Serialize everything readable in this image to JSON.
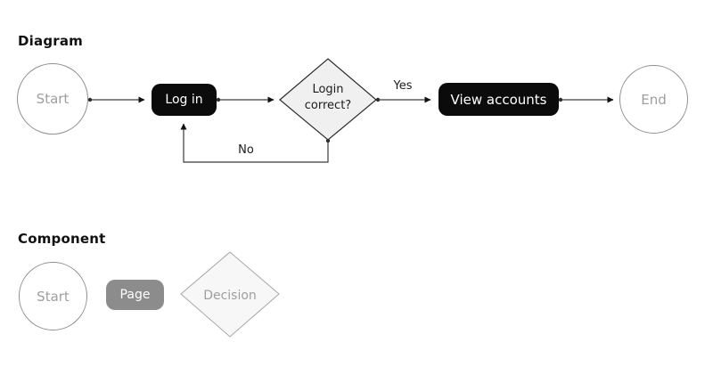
{
  "diagram_section": {
    "heading": "Diagram"
  },
  "flowchart": {
    "nodes": [
      {
        "id": "start",
        "type": "terminator",
        "label": "Start"
      },
      {
        "id": "login",
        "type": "page",
        "label": "Log in"
      },
      {
        "id": "decision",
        "type": "decision",
        "label": "Login correct?"
      },
      {
        "id": "view-accounts",
        "type": "page",
        "label": "View accounts"
      },
      {
        "id": "end",
        "type": "terminator",
        "label": "End"
      }
    ],
    "edges": [
      {
        "from": "Start",
        "to": "Log in",
        "label": ""
      },
      {
        "from": "Log in",
        "to": "Login correct?",
        "label": ""
      },
      {
        "from": "Login correct?",
        "to": "View accounts",
        "label": "Yes"
      },
      {
        "from": "View accounts",
        "to": "End",
        "label": ""
      },
      {
        "from": "Login correct?",
        "to": "Log in",
        "label": "No"
      }
    ]
  },
  "component_section": {
    "heading": "Component",
    "items": [
      {
        "type": "terminator",
        "label": "Start"
      },
      {
        "type": "page",
        "label": "Page"
      },
      {
        "type": "decision",
        "label": "Decision"
      }
    ]
  },
  "colors": {
    "background": "#ffffff",
    "heading_text": "#111111",
    "page_node_fill": "#0b0b0b",
    "page_node_text": "#ffffff",
    "legend_page_fill": "#8c8c8c",
    "terminator_border": "#8f8f8f",
    "terminator_text": "#9e9e9e",
    "decision_fill": "#f0f0f0",
    "decision_border": "#2e2e2e",
    "legend_decision_fill": "#f7f7f7",
    "legend_decision_border": "#a6a6a6",
    "connector_line": "#5f5f5f",
    "arrowhead": "#111111"
  }
}
